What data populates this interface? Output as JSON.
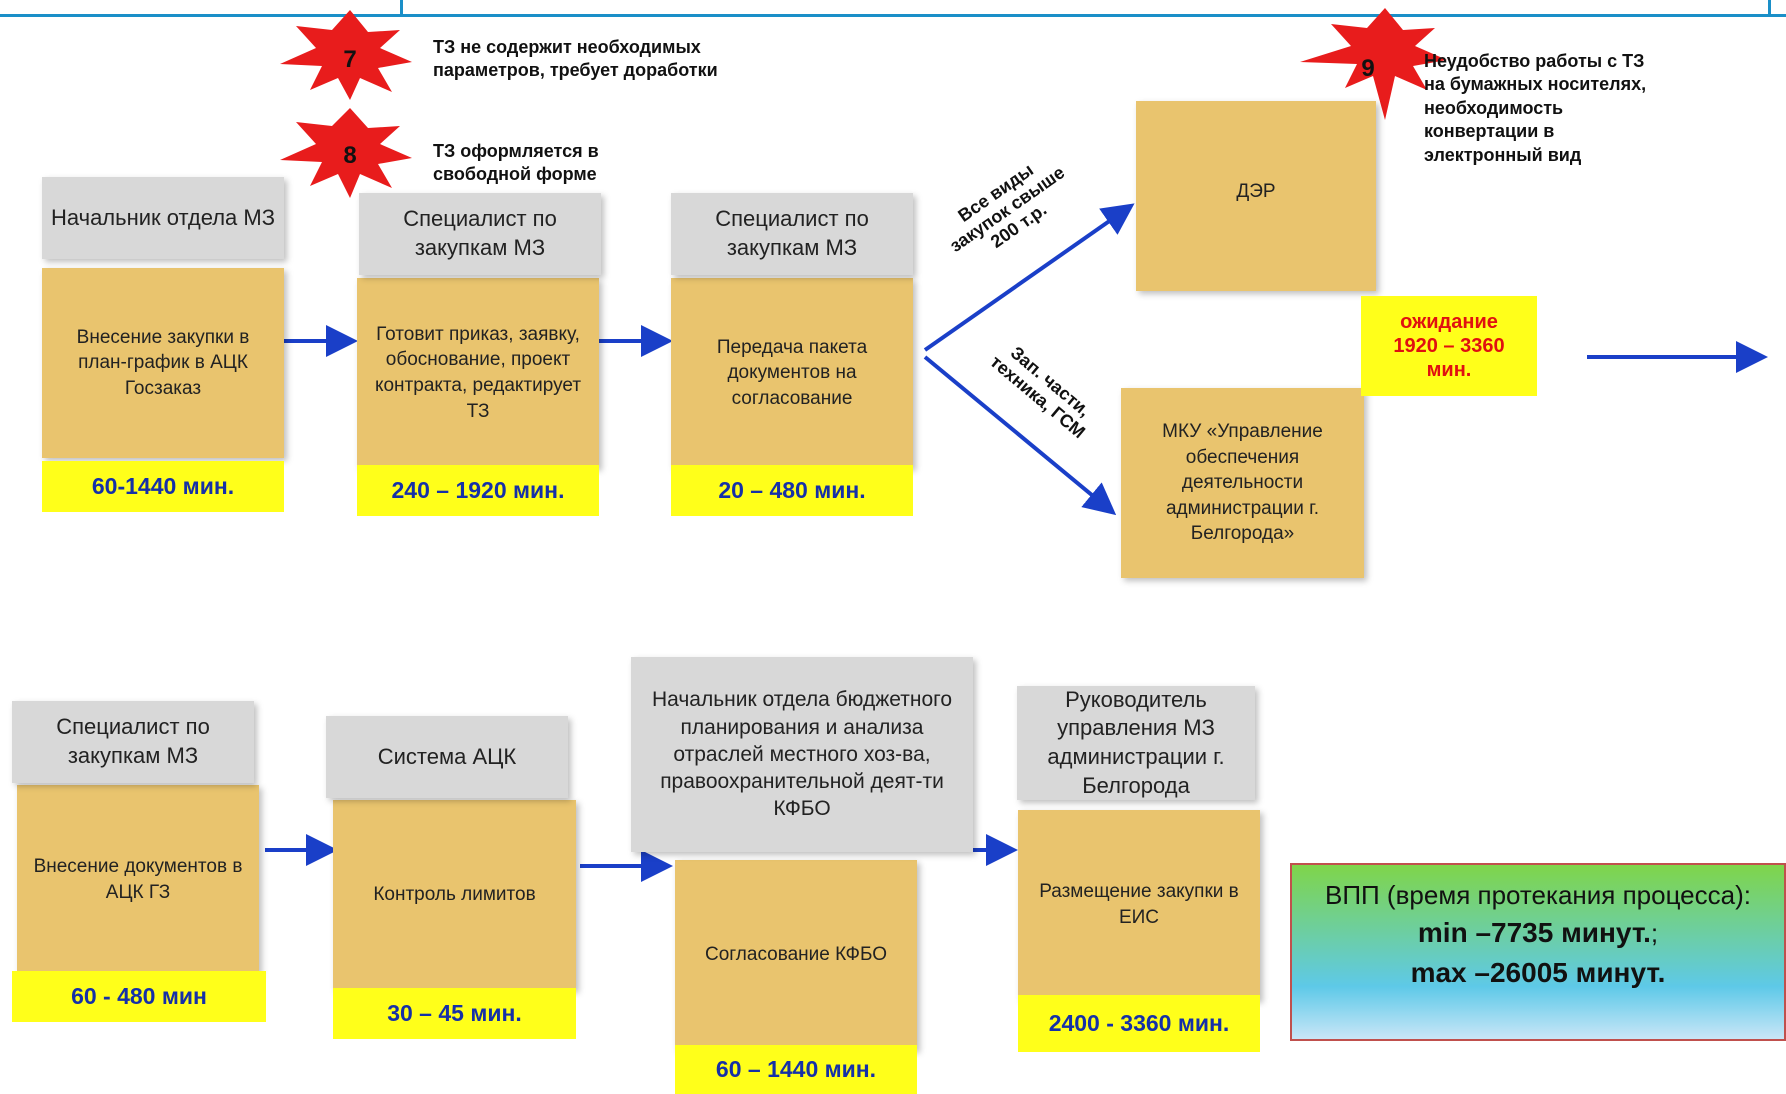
{
  "stars": [
    {
      "num": "7",
      "text1": "ТЗ не содержит необходимых",
      "text2": "параметров, требует доработки"
    },
    {
      "num": "8",
      "text1": "ТЗ оформляется в",
      "text2": "свободной форме"
    },
    {
      "num": "9",
      "text1": "Неудобство работы с ТЗ",
      "text2": "на бумажных носителях,",
      "text3": "необходимость",
      "text4": "конвертации в",
      "text5": "электронный вид"
    }
  ],
  "row1": [
    {
      "role": "Начальник отдела МЗ",
      "task": "Внесение закупки в план-график в АЦК Госзаказ",
      "time": "60-1440 мин."
    },
    {
      "role": "Специалист  по закупкам МЗ",
      "task": "Готовит приказ, заявку, обоснование, проект контракта, редактирует ТЗ",
      "time": "240 – 1920 мин."
    },
    {
      "role": "Специалист по закупкам  МЗ",
      "task": "Передача пакета документов на согласование",
      "time": "20 – 480 мин."
    }
  ],
  "branch": {
    "upper_label_1": "Все виды",
    "upper_label_2": "закупок свыше",
    "upper_label_3": "200 т.р.",
    "lower_label_1": "Зап. части,",
    "lower_label_2": "техника, ГСМ",
    "der": "ДЭР",
    "mku": "МКУ «Управление обеспечения деятельности администрации г. Белгорода»",
    "wait_label": "ожидание",
    "wait_value": "1920 – 3360",
    "wait_unit": "мин."
  },
  "row2": [
    {
      "role": "Специалист по закупкам МЗ",
      "task": "Внесение документов в АЦК ГЗ",
      "time": "60 -  480 мин"
    },
    {
      "role": "Система АЦК",
      "task": "Контроль лимитов",
      "time": "30 – 45 мин."
    },
    {
      "role": "Начальник отдела бюджетного планирования и анализа отраслей местного хоз-ва, правоохранительной деят-ти КФБО",
      "task": "Согласование КФБО",
      "time": "60 – 1440 мин."
    },
    {
      "role": "Руководитель управления МЗ администрации г. Белгорода",
      "task": "Размещение закупки в ЕИС",
      "time": "2400  - 3360 мин."
    }
  ],
  "summary": {
    "line1": "ВПП (время протекания процесса):",
    "min": "min –7735 минут.",
    "min_suffix": ";",
    "max": "max –26005 минут."
  },
  "colors": {
    "header": "#d8d8d8",
    "task": "#e9c46e",
    "time_bg": "#ffff1a",
    "time_text": "#1530a8",
    "arrow": "#1a3fc8",
    "star": "#e81c1c"
  }
}
